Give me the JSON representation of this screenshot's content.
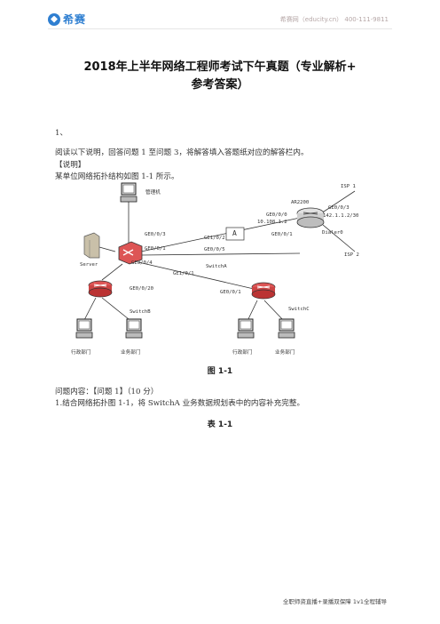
{
  "header": {
    "logo_text": "希赛",
    "contact": "希赛网（educity.cn） 400-111-9811"
  },
  "document": {
    "title_line1": "2018年上半年网络工程师考试下午真题（专业解析+",
    "title_line2": "参考答案）",
    "question_number": "1、",
    "instruction": "阅读以下说明，回答问题 1 至问题 3，将解答填入答题纸对应的解答栏内。",
    "note_label": "【说明】",
    "intro": "某单位网络拓扑结构如图 1-1 所示。",
    "figure_caption": "图 1-1",
    "question_content": "问题内容：【问题 1】（10 分）",
    "question_text": "1.结合网络拓扑图 1-1，将 SwitchA 业务数据规划表中的内容补充完整。",
    "table_caption": "表 1-1"
  },
  "diagram": {
    "manager_pc": "管理机",
    "server": "Server",
    "switch_a": "SwitchA",
    "switch_b": "SwitchB",
    "switch_c": "SwitchC",
    "router": "AR2200",
    "box_a": "A",
    "isp1": "ISP 1",
    "isp2": "ISP 2",
    "dept_admin_b": "行政部门",
    "dept_biz_b": "业务部门",
    "dept_admin_c": "行政部门",
    "dept_biz_c": "业务部门",
    "sa_ge003": "GE0/0/3",
    "sa_ge001": "GE0/0/1",
    "sa_ge004": "GE0/0/4",
    "sa_ge002": "GE1/0/2",
    "sa_ge005": "GE0/0/5",
    "sa_ge101": "GE1/0/1",
    "sb_ge0020": "GE0/0/20",
    "sc_ge001": "GE0/0/1",
    "r_ge000": "GE0/0/0",
    "r_ip1": "10.108.1.2",
    "r_ge003": "GE0/0/3",
    "r_ip2": "142.1.1.2/30",
    "r_ge001": "GE0/0/1",
    "r_dialer": "Dialer0"
  },
  "footer": {
    "text": "全职师资直播+录播双保障  1v1全程辅导"
  }
}
